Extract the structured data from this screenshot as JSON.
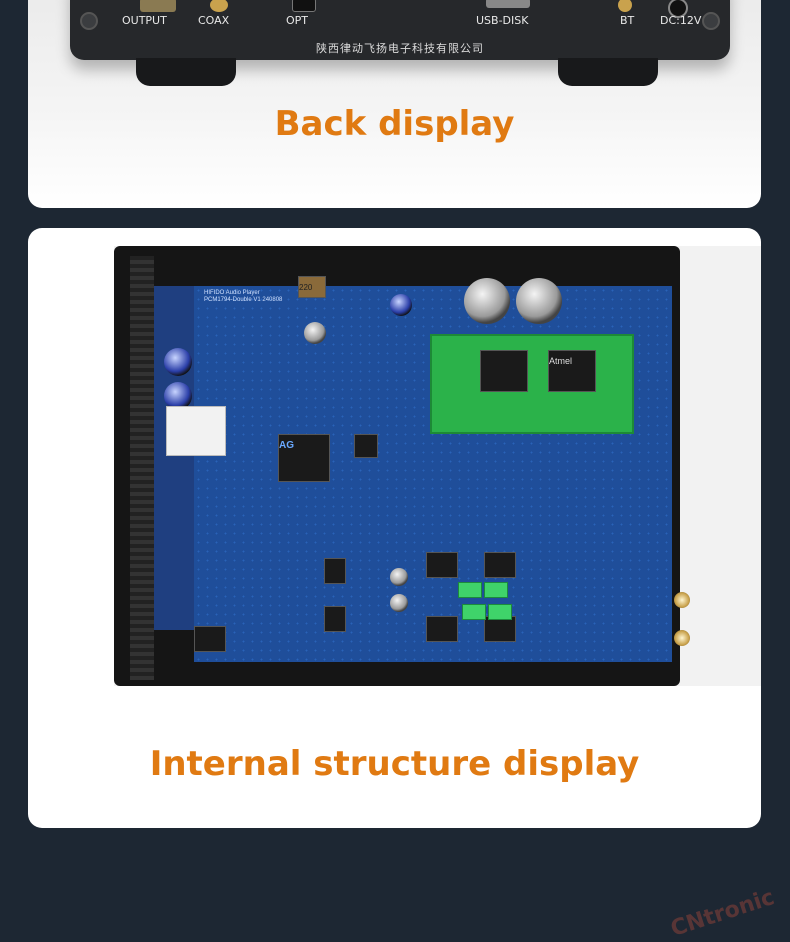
{
  "back_card": {
    "port_labels": [
      "OUTPUT",
      "COAX",
      "OPT",
      "USB-DISK",
      "BT",
      "DC:12V"
    ],
    "company_text": "陕西律动飞扬电子科技有限公司",
    "caption": "Back display"
  },
  "internal_card": {
    "pcb_text": [
      "HIFIDO Audio Player",
      "PCM1794-Double V1  240808"
    ],
    "chip_labels": [
      "AG",
      "Atmel"
    ],
    "cap_label": "220",
    "caption": "Internal structure display"
  },
  "watermark": "CNtronic",
  "colors": {
    "page_background": "#1d2733",
    "card_background": "#ffffff",
    "caption_color": "#e07a12",
    "pcb_blue": "#1f4e9a",
    "daughter_board_green": "#2bb24a"
  }
}
